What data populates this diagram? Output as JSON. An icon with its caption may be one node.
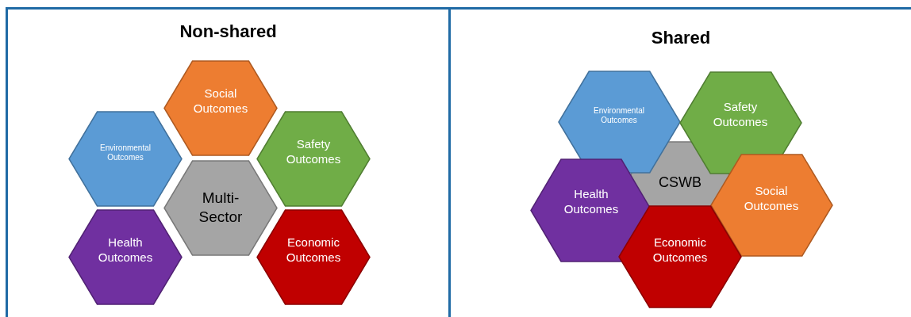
{
  "diagram": {
    "nodes": [
      {
        "text": [
          "Non-shared"
        ]
      },
      {
        "text": [
          "Social Outcomes"
        ],
        "in": 0
      },
      {
        "text": [
          "Environmental Outcomes"
        ],
        "in": 0
      },
      {
        "text": [
          "Safety Outcomes"
        ],
        "in": 0
      },
      {
        "text": [
          "Multi-Sector"
        ],
        "in": 0
      },
      {
        "text": [
          "Health Outcomes"
        ],
        "in": 0
      },
      {
        "text": [
          "Economic Outcomes"
        ],
        "in": 0
      },
      {
        "text": [
          "Shared"
        ]
      },
      {
        "text": [
          "Environmental Outcomes"
        ],
        "in": 7
      },
      {
        "text": [
          "Safety Outcomes"
        ],
        "in": 7
      },
      {
        "text": [
          "CSWB"
        ],
        "in": 7
      },
      {
        "text": [
          "Health Outcomes"
        ],
        "in": 7
      },
      {
        "text": [
          "Social Outcomes"
        ],
        "in": 7
      },
      {
        "text": [
          "Economic Outcomes"
        ],
        "in": 7
      }
    ]
  }
}
